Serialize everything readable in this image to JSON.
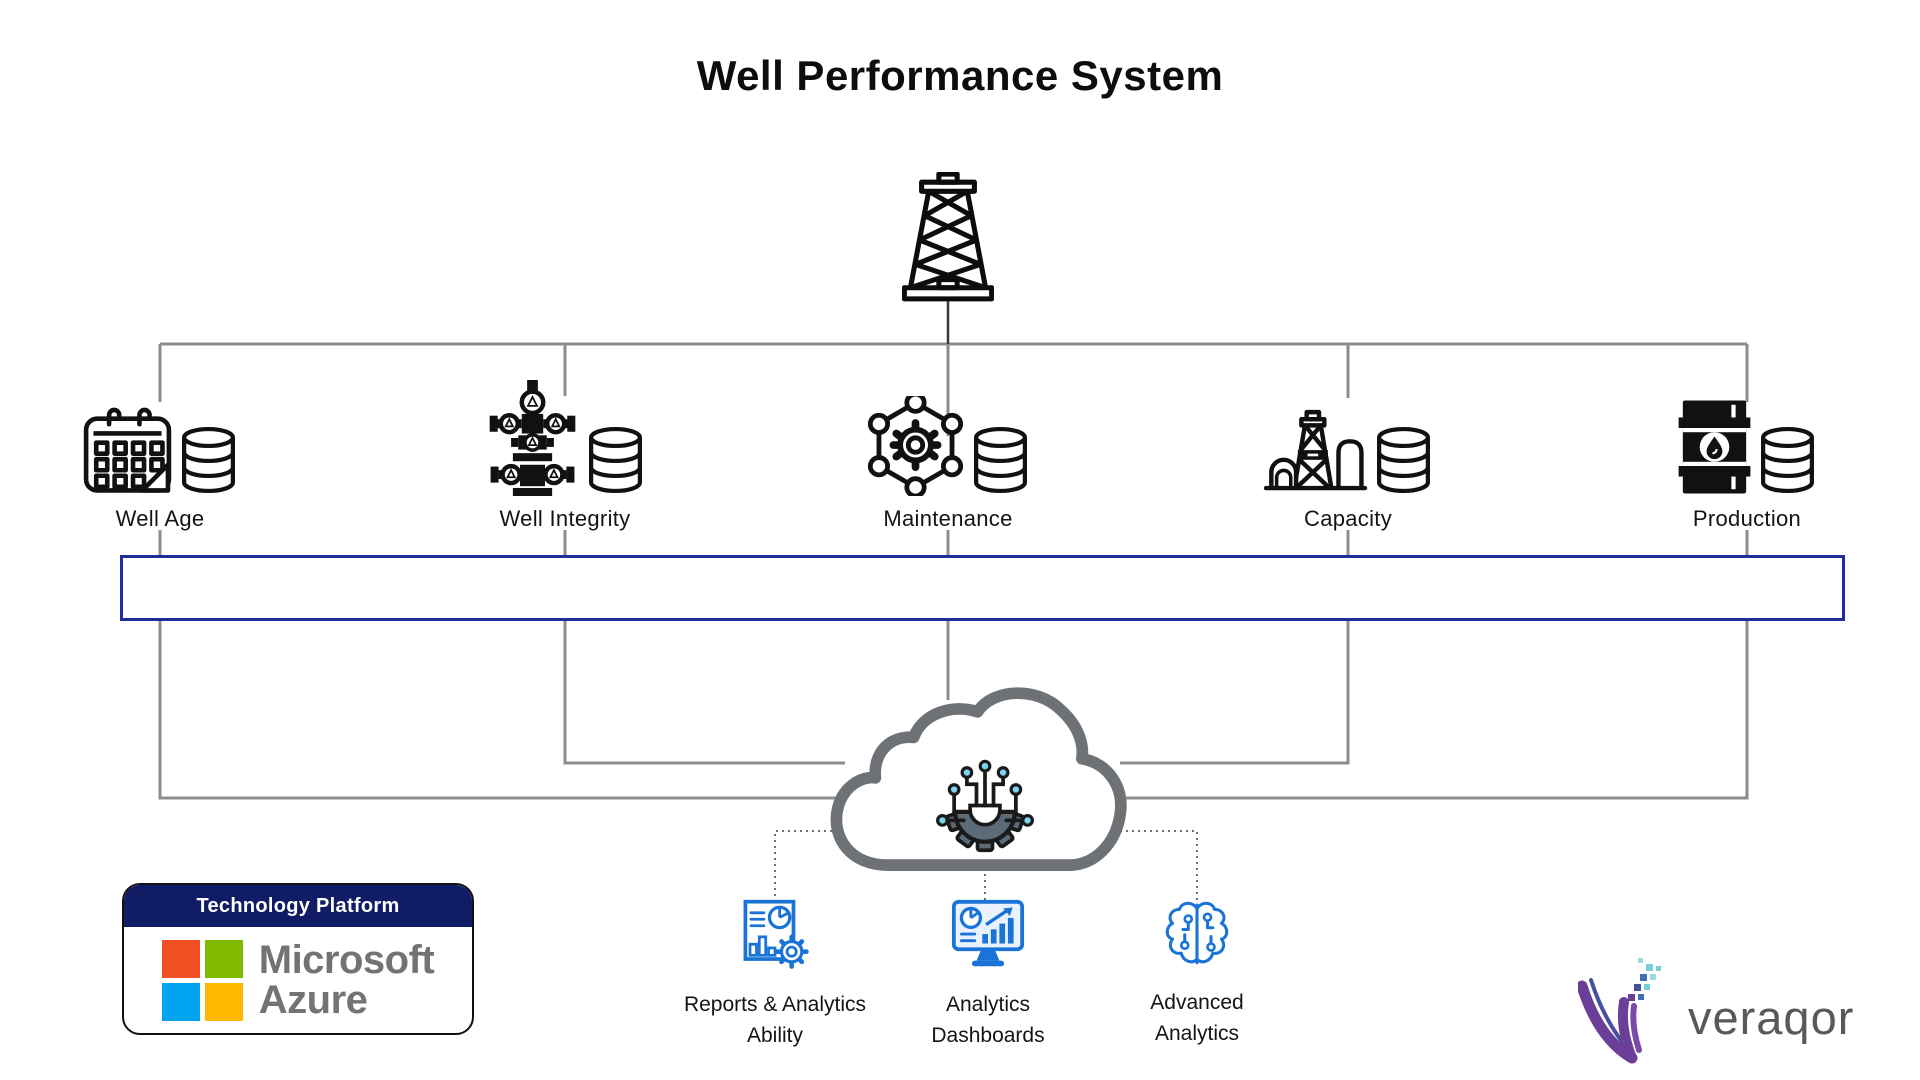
{
  "title": "Well Performance System",
  "root": {
    "icon": "oil-derrick-icon"
  },
  "branches": [
    {
      "label": "Well Age",
      "icon": "calendar-icon",
      "data_icon": "database-icon"
    },
    {
      "label": "Well Integrity",
      "icon": "wellhead-icon",
      "data_icon": "database-icon"
    },
    {
      "label": "Maintenance",
      "icon": "gear-network-icon",
      "data_icon": "database-icon"
    },
    {
      "label": "Capacity",
      "icon": "refinery-icon",
      "data_icon": "database-icon"
    },
    {
      "label": "Production",
      "icon": "oil-barrel-icon",
      "data_icon": "database-icon"
    }
  ],
  "cloud": {
    "icon": "cloud-ai-gear-icon"
  },
  "outputs": [
    {
      "line1": "Reports & Analytics",
      "line2": "Ability",
      "icon": "report-analytics-icon"
    },
    {
      "line1": "Analytics",
      "line2": "Dashboards",
      "icon": "analytics-dashboard-icon"
    },
    {
      "line1": "Advanced",
      "line2": "Analytics",
      "icon": "brain-circuit-icon"
    }
  ],
  "platform_badge": {
    "header": "Technology Platform",
    "brand_line1": "Microsoft",
    "brand_line2": "Azure",
    "logo": "microsoft-logo"
  },
  "vendor": {
    "wordmark": "veraqor",
    "logo": "veraqor-v-mark"
  },
  "colors": {
    "band_border": "#202e9c",
    "connector_gray": "#8c8c8c",
    "cloud_gray": "#6e7276",
    "gear_slate": "#5c6b77",
    "node_cyan": "#7ad6f0",
    "output_blue": "#1a73d6",
    "badge_navy": "#101c66",
    "ms_red": "#f25022",
    "ms_green": "#7fba00",
    "ms_blue": "#00a4ef",
    "ms_yellow": "#ffb900",
    "brand_gray": "#737373",
    "veraqor_purple": "#6b3e98",
    "veraqor_teal": "#79cdd6",
    "veraqor_blue": "#3f6fb5",
    "veraqor_text_gray": "#58595b"
  }
}
